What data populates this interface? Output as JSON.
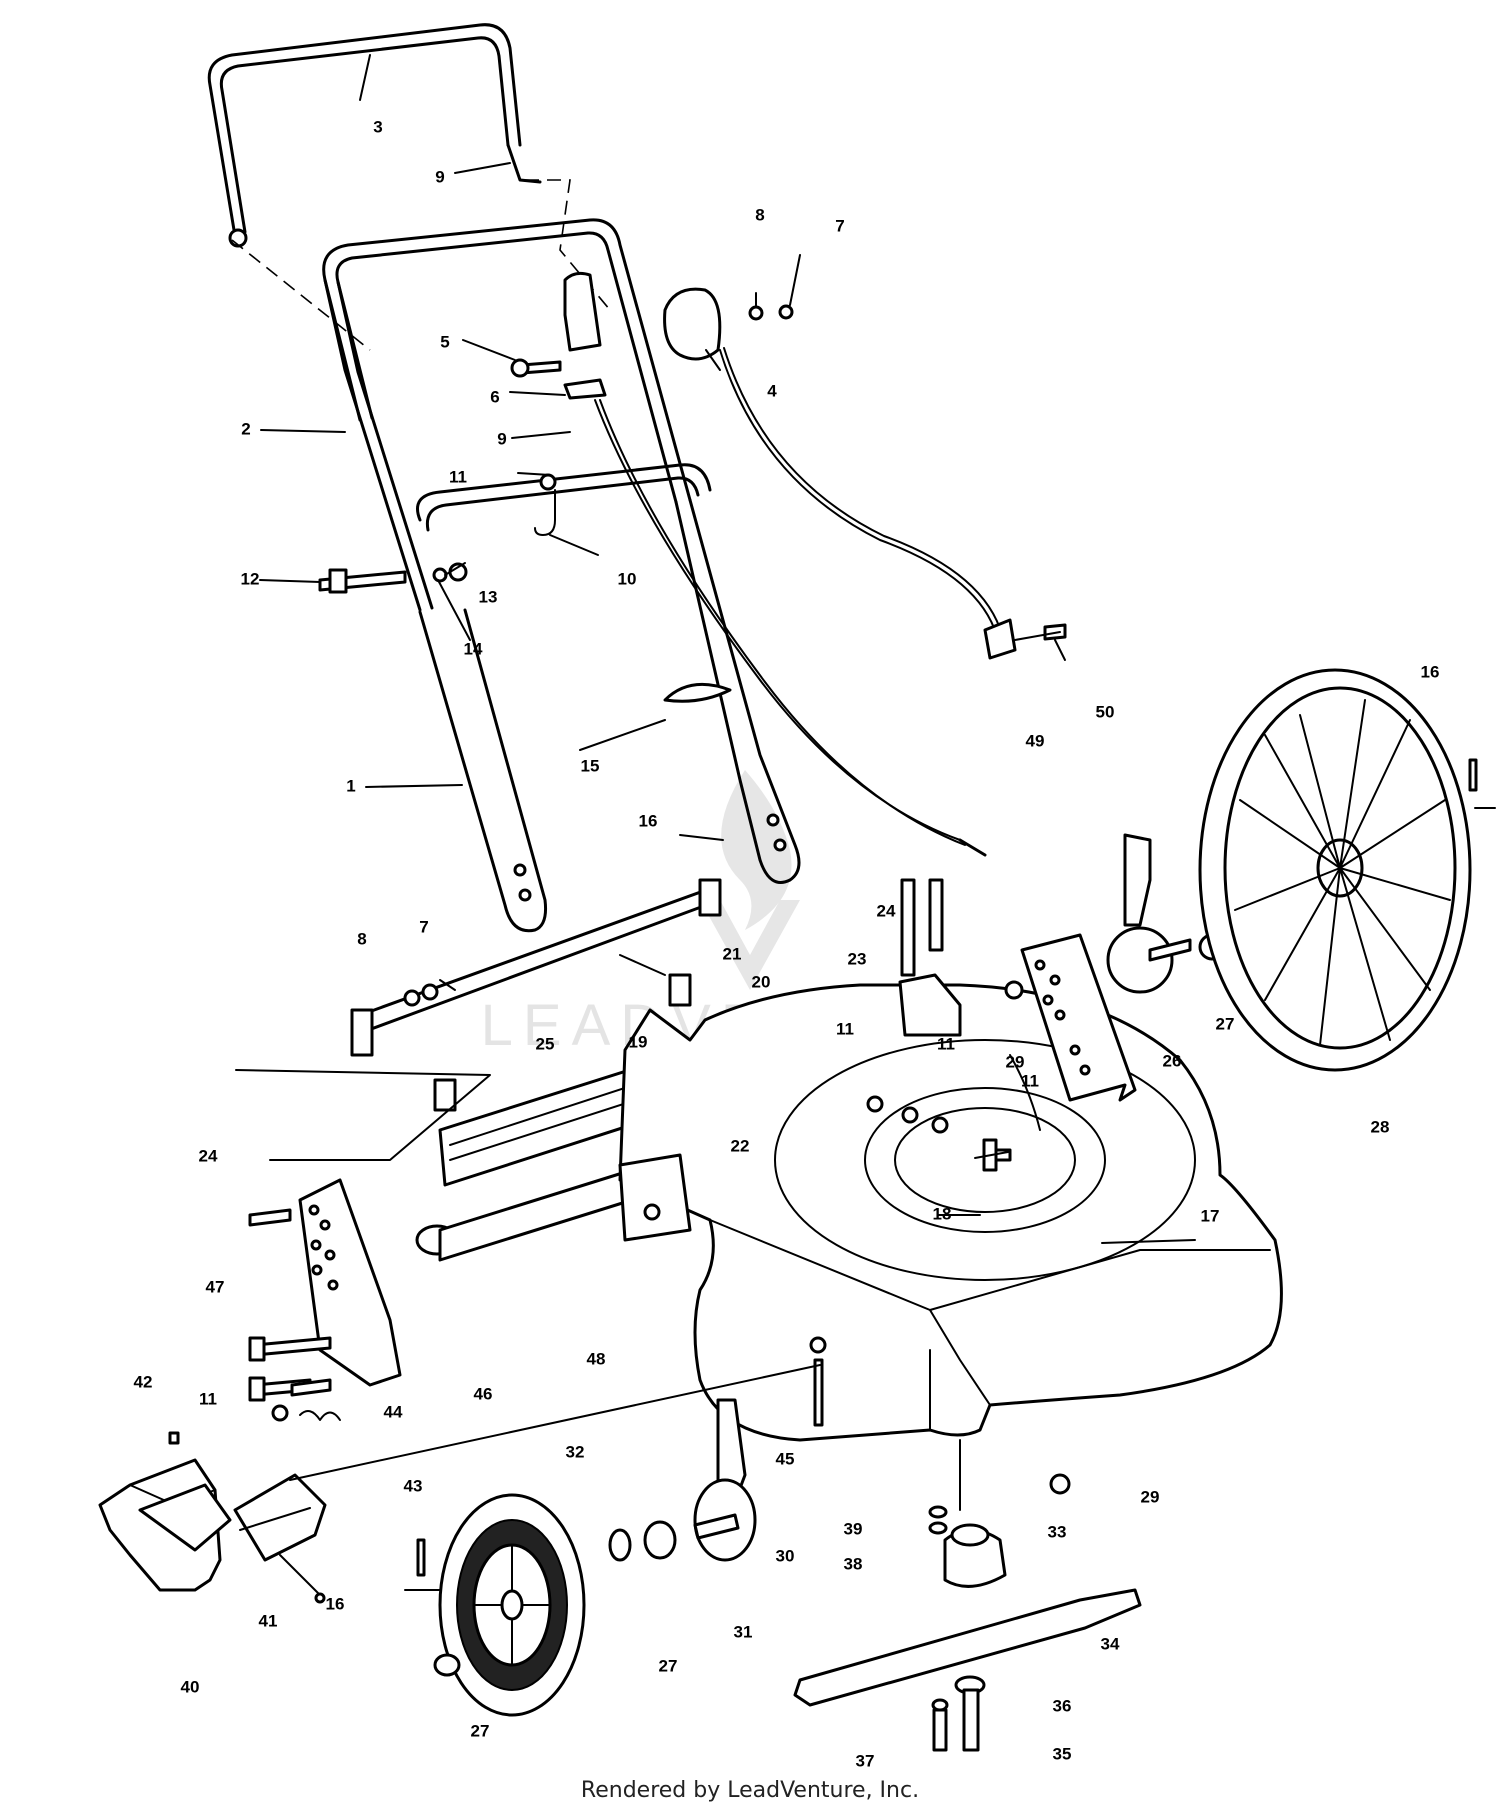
{
  "watermark": "LEADVENTURE",
  "footer": "Rendered by LeadVenture, Inc.",
  "callouts": [
    "1",
    "2",
    "3",
    "4",
    "5",
    "6",
    "7",
    "7",
    "8",
    "8",
    "9",
    "9",
    "10",
    "11",
    "11",
    "11",
    "11",
    "11",
    "12",
    "13",
    "14",
    "15",
    "16",
    "16",
    "16",
    "17",
    "18",
    "19",
    "20",
    "21",
    "22",
    "23",
    "24",
    "24",
    "25",
    "26",
    "27",
    "27",
    "27",
    "28",
    "29",
    "29",
    "30",
    "31",
    "32",
    "33",
    "34",
    "35",
    "36",
    "37",
    "38",
    "39",
    "40",
    "41",
    "42",
    "43",
    "44",
    "45",
    "46",
    "47",
    "48",
    "49",
    "50"
  ]
}
